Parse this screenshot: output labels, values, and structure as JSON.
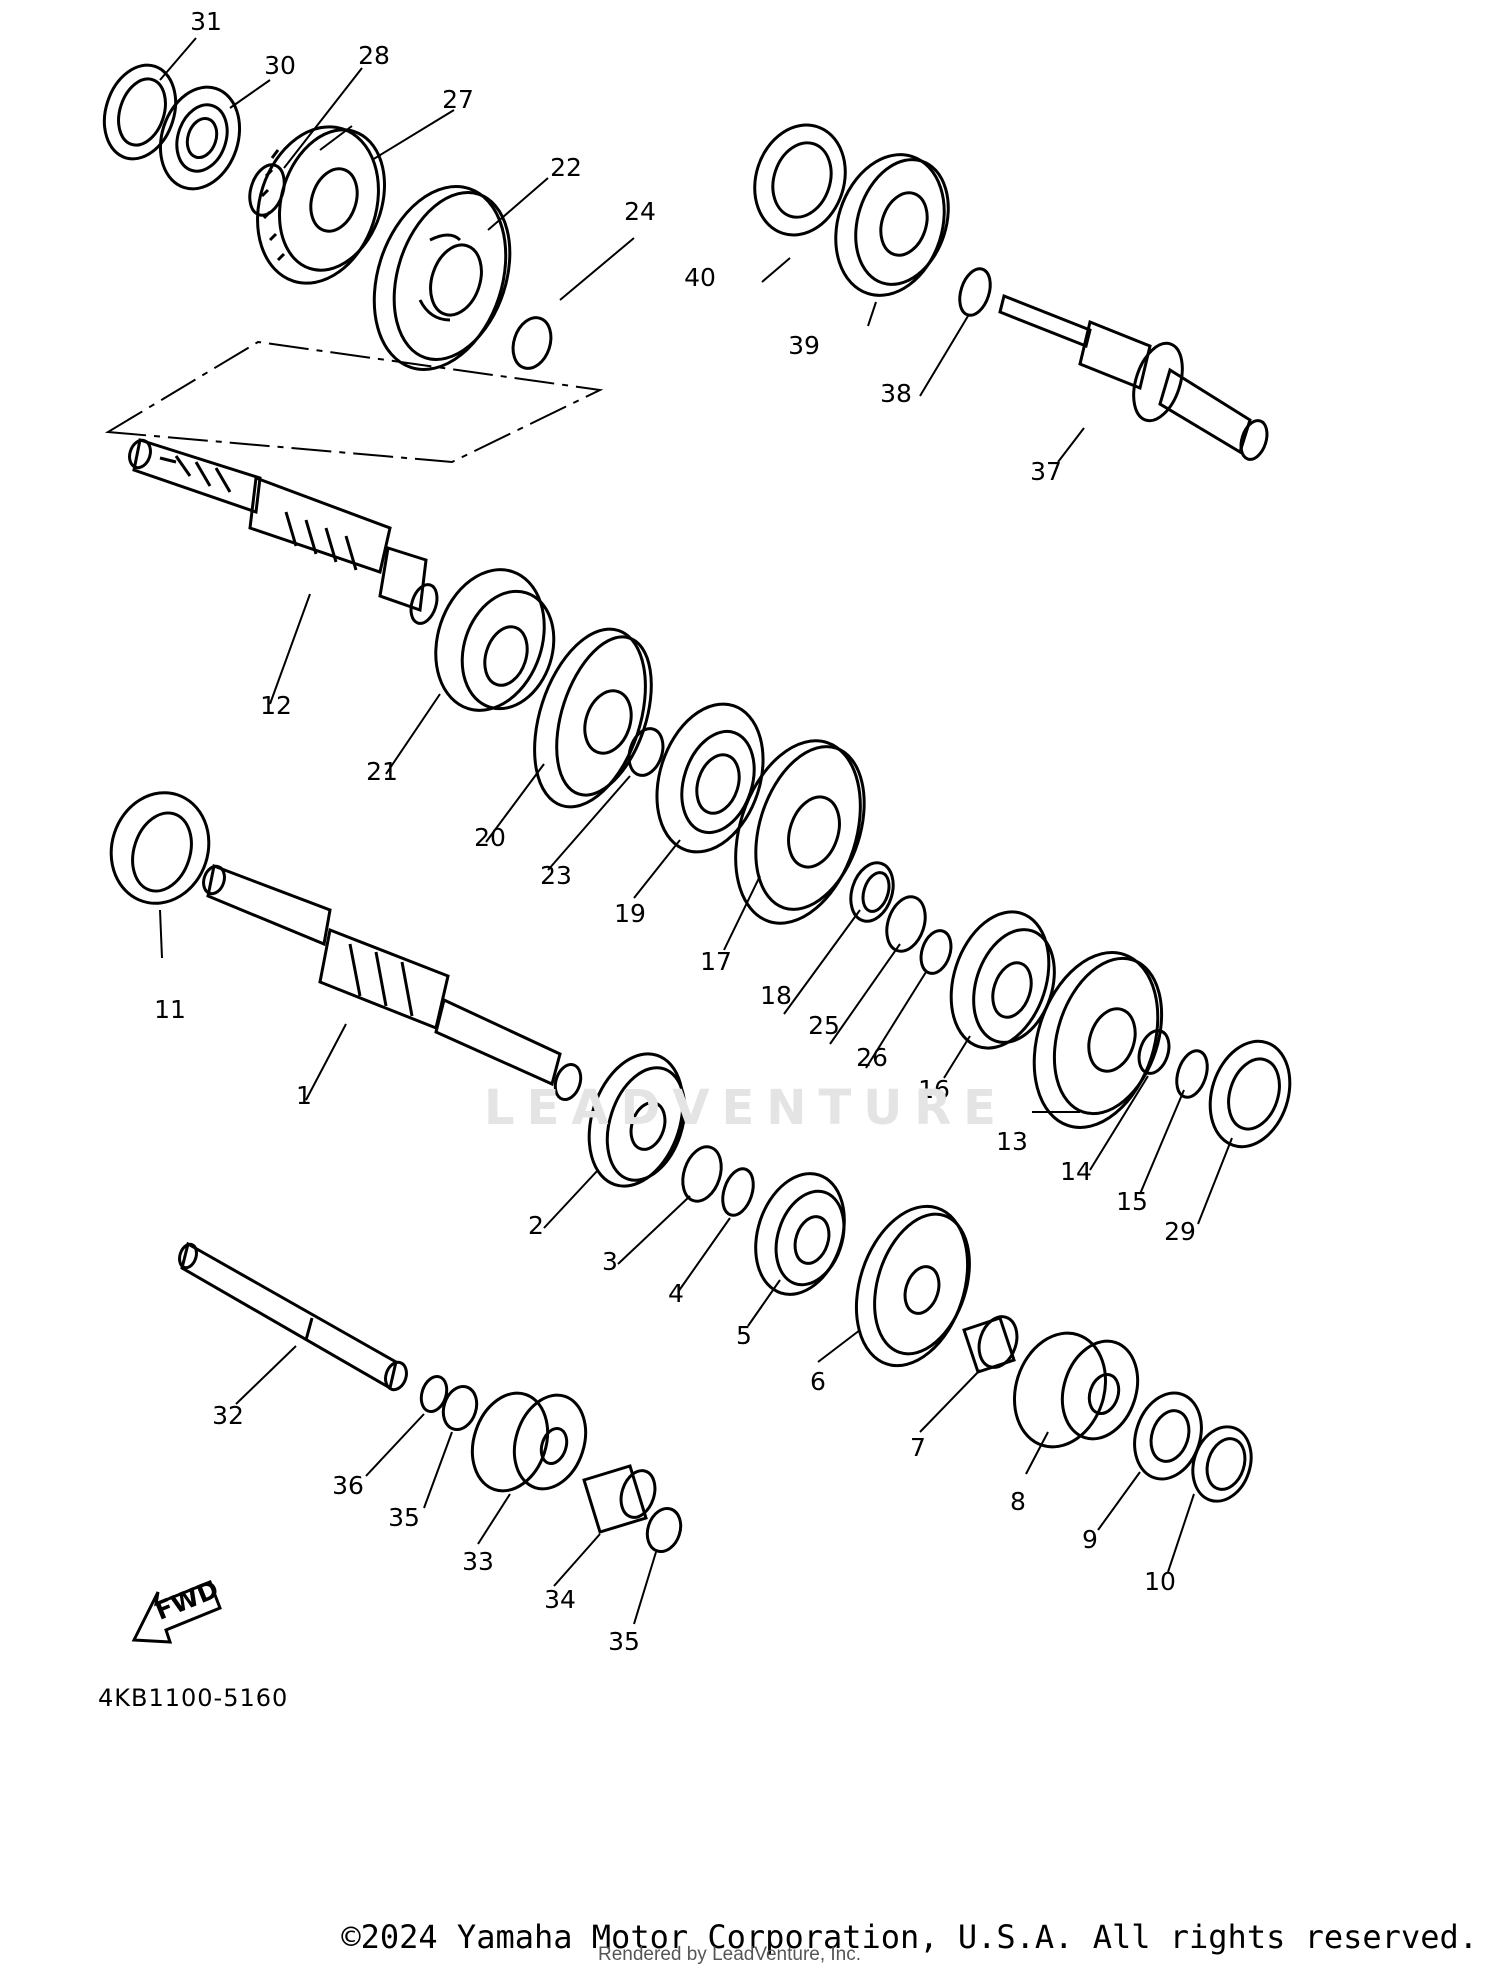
{
  "diagram": {
    "model_code": "4KB1100-5160",
    "fwd_label": "FWD",
    "watermark": "LEADVENTURE",
    "callouts": [
      "1",
      "2",
      "3",
      "4",
      "5",
      "6",
      "7",
      "8",
      "9",
      "10",
      "11",
      "12",
      "13",
      "14",
      "15",
      "16",
      "17",
      "18",
      "19",
      "20",
      "21",
      "22",
      "23",
      "24",
      "25",
      "26",
      "27",
      "28",
      "29",
      "30",
      "31",
      "32",
      "33",
      "34",
      "35",
      "36",
      "37",
      "38",
      "39",
      "40"
    ]
  },
  "footer": {
    "copyright": "©2024 Yamaha Motor Corporation, U.S.A. All rights reserved.",
    "rendered_by": "Rendered by LeadVenture, Inc."
  }
}
